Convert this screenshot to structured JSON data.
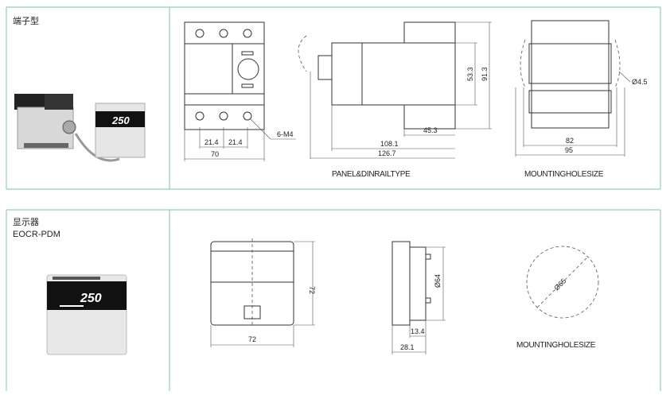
{
  "sections": [
    {
      "title": "端子型",
      "drawings": {
        "front": {
          "dims": [
            "21.4",
            "21.4",
            "70"
          ],
          "callout": "6-M4"
        },
        "side": {
          "dims": [
            "45.3",
            "108.1",
            "126.7",
            "53.3",
            "91.3"
          ],
          "caption": "PANEL&DINRAILTYPE"
        },
        "mounting": {
          "dims": [
            "82",
            "95"
          ],
          "callout": "Ø4.5",
          "caption": "MOUNTINGHOLESIZE"
        }
      },
      "photo_display_text": "250"
    },
    {
      "title": "显示器",
      "subtitle": "EOCR-PDM",
      "drawings": {
        "front": {
          "dims": [
            "72",
            "72"
          ]
        },
        "side": {
          "dims": [
            "Ø64",
            "13.4",
            "28.1"
          ]
        },
        "cutout": {
          "dims": [
            "Ø65"
          ],
          "caption": "MOUNTINGHOLESIZE"
        }
      },
      "photo_display_text": "250"
    }
  ],
  "colors": {
    "panel_border": "#8fd3b0"
  }
}
